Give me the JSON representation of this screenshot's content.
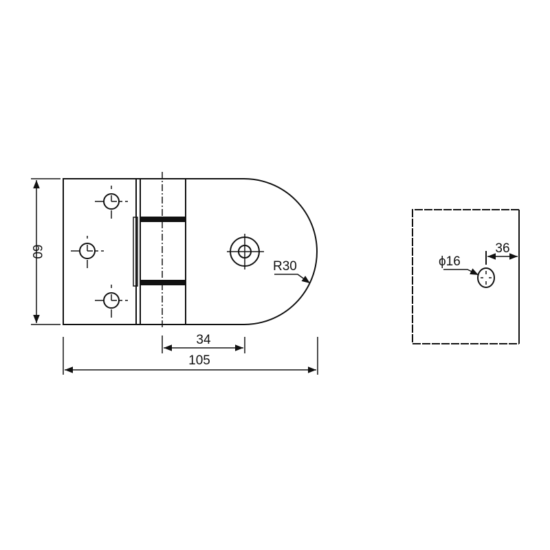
{
  "front_view": {
    "height_dim": "60",
    "pin_to_hole_dim": "34",
    "overall_length_dim": "105",
    "radius_label": "R30"
  },
  "side_view": {
    "hole_diameter_label": "ϕ16",
    "hole_edge_offset_dim": "36"
  },
  "colors": {
    "line": "#111111",
    "background": "#ffffff"
  }
}
